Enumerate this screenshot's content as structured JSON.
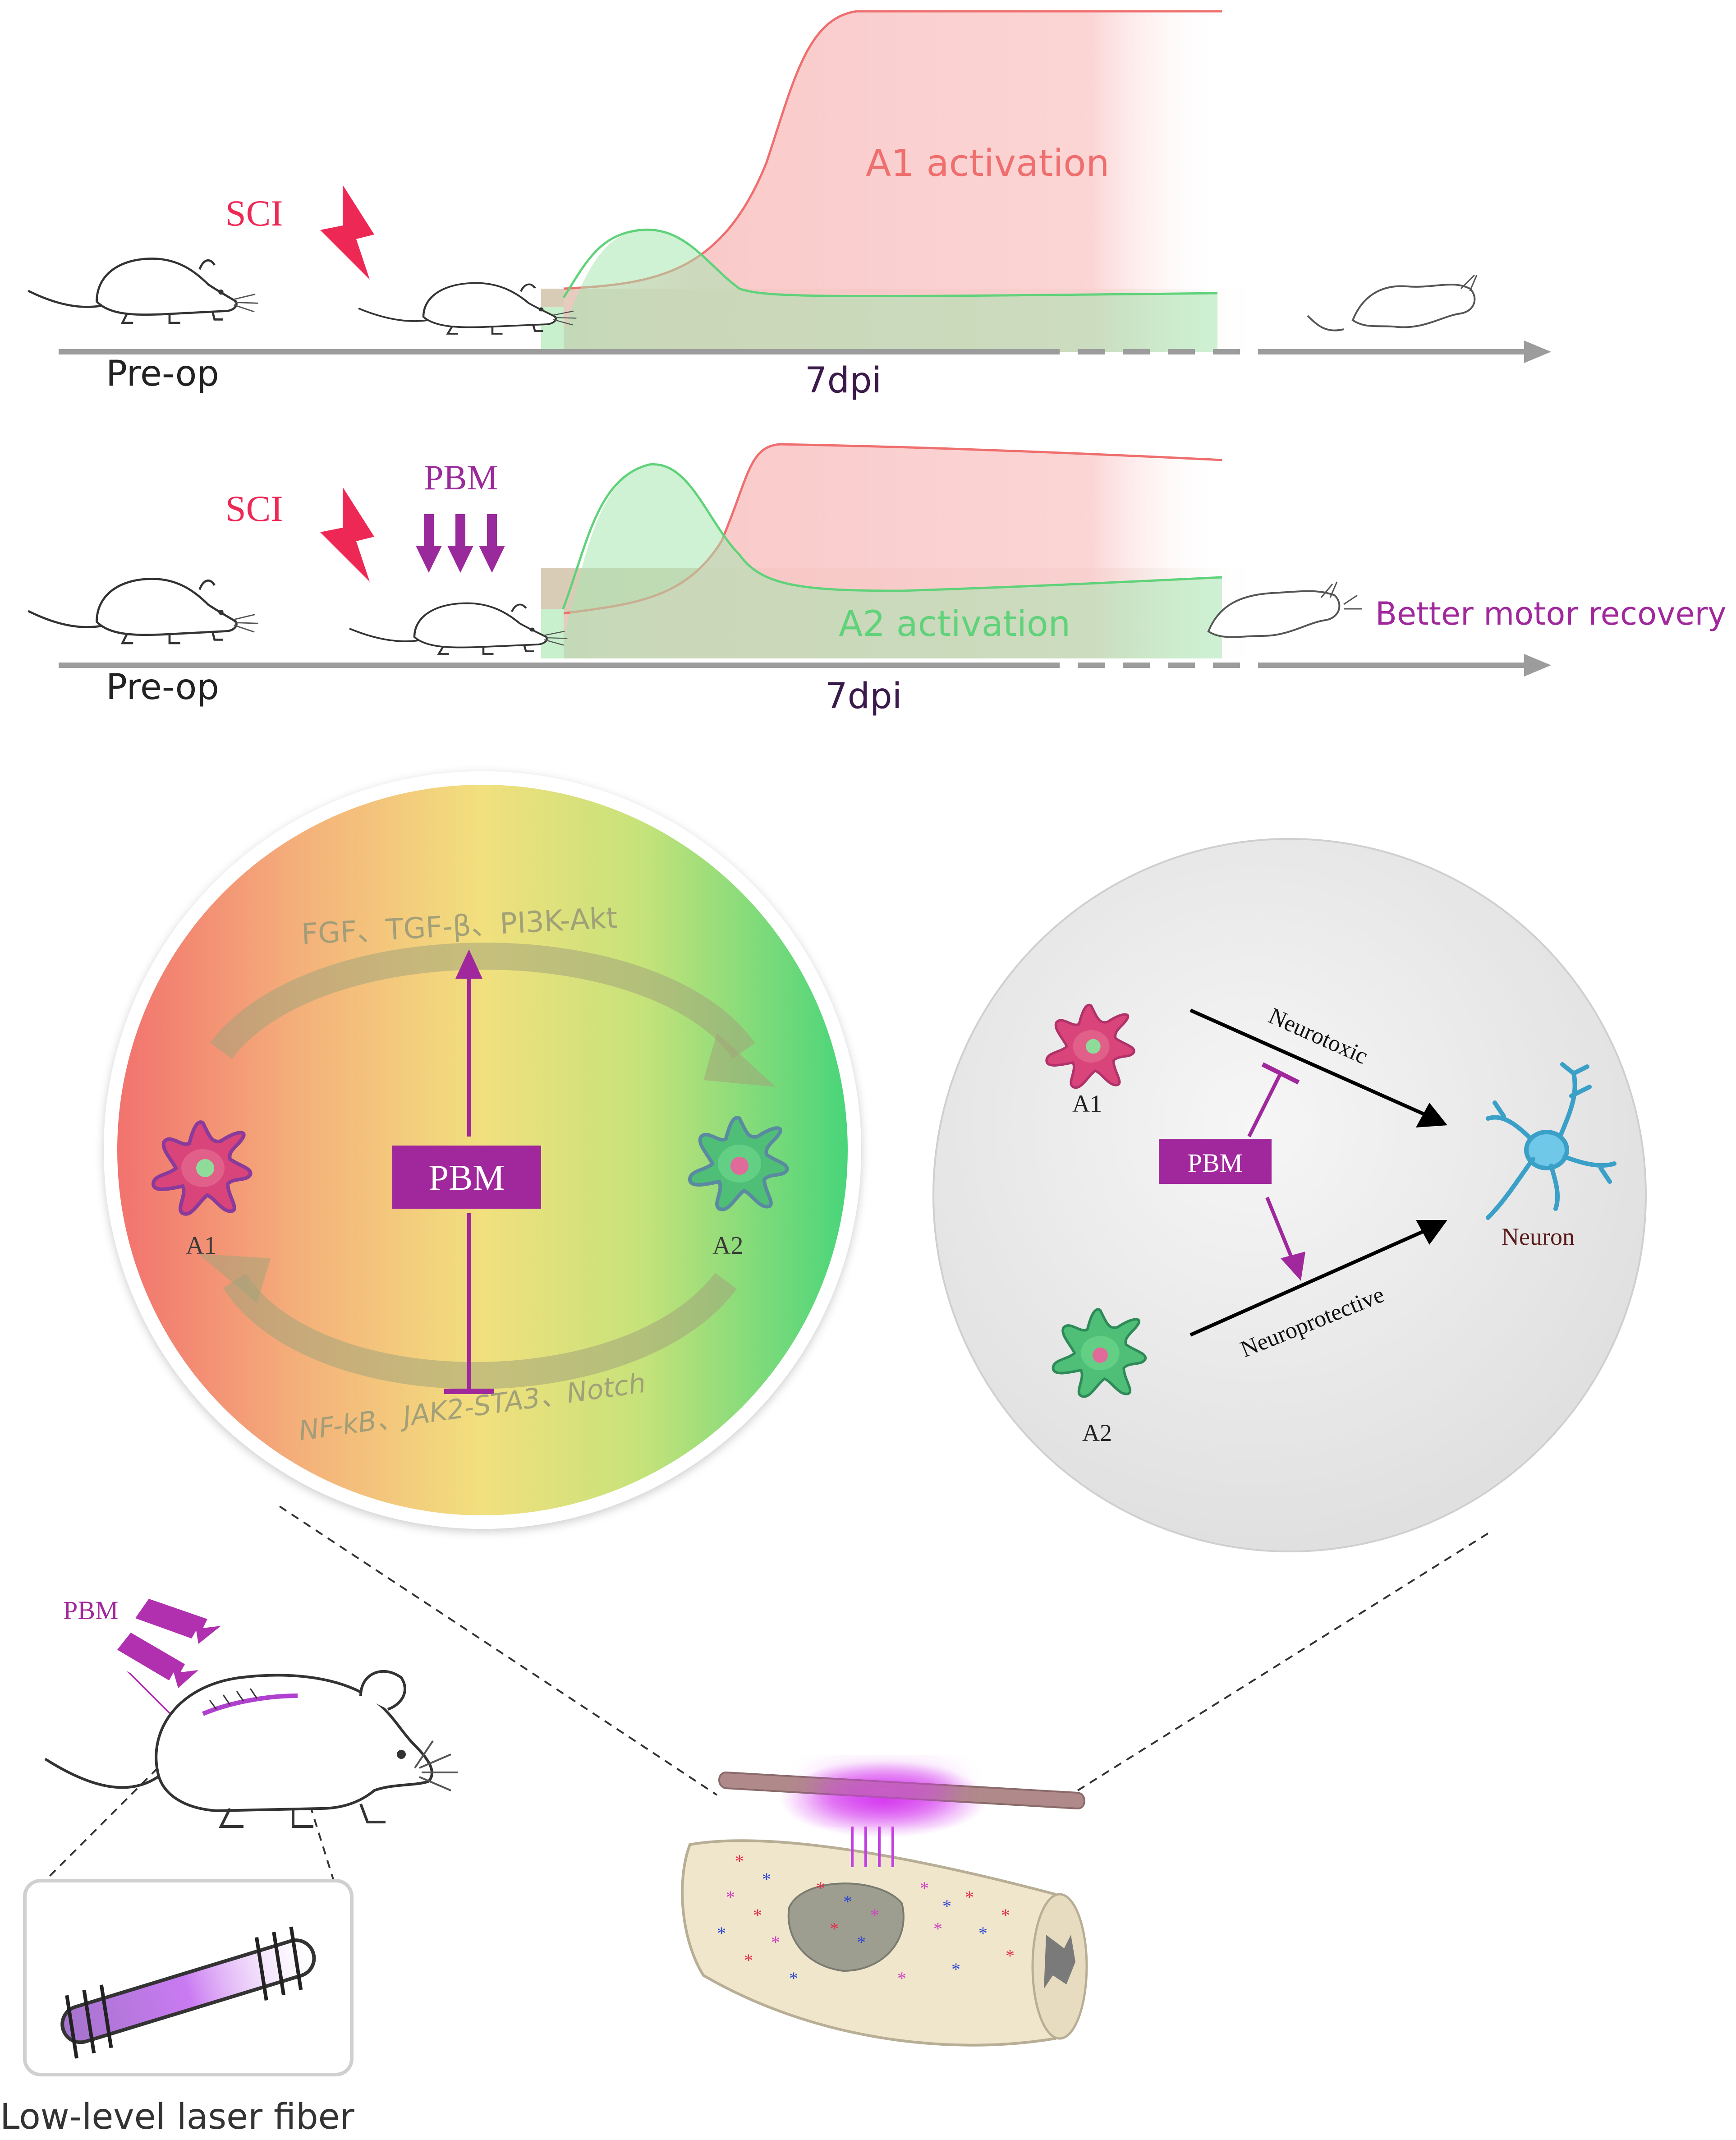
{
  "timeline_top": {
    "preop_label": "Pre-op",
    "injury_label": "SCI",
    "time_label": "7dpi",
    "activation_label": "A1 activation"
  },
  "timeline_bottom": {
    "preop_label": "Pre-op",
    "injury_label": "SCI",
    "treatment_label": "PBM",
    "time_label": "7dpi",
    "activation_label": "A2 activation",
    "outcome_label": "Better motor recovery"
  },
  "pathway_circle": {
    "top_pathways": "FGF、TGF-β、PI3K-Akt",
    "bottom_pathways": "NF-kB、JAK2-STA3、Notch",
    "center_label": "PBM",
    "left_cell_label": "A1",
    "right_cell_label": "A2"
  },
  "effect_circle": {
    "a1_label": "A1",
    "a2_label": "A2",
    "pbm_label": "PBM",
    "neurotoxic_label": "Neurotoxic",
    "neuroprotective_label": "Neuroprotective",
    "neuron_label": "Neuron"
  },
  "bottom": {
    "pbm_label": "PBM",
    "fiber_label": "Low-level laser fiber"
  },
  "colors": {
    "a1": "#ef6e6e",
    "a2": "#5fd27a",
    "pbm": "#a0289c",
    "sci": "#ee2855",
    "axis": "#9c9c9c"
  }
}
